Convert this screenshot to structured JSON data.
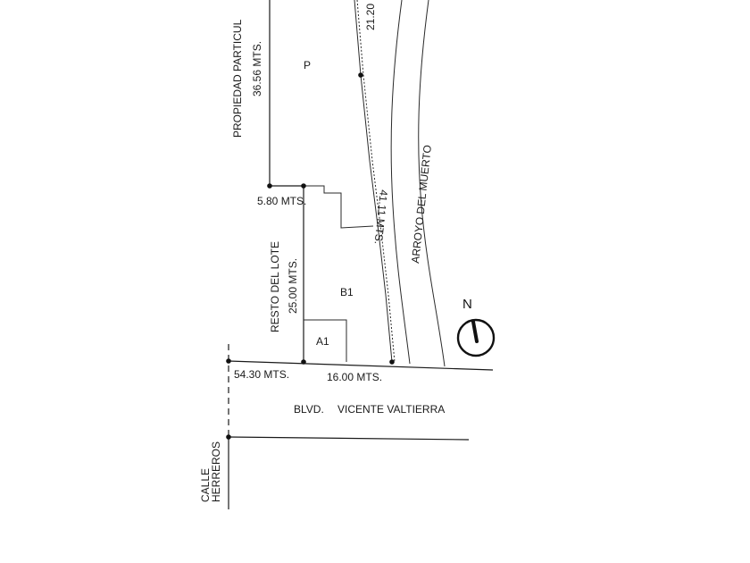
{
  "labels": {
    "owner_property": "PROPIEDAD PARTICUL",
    "p_width": "36.56 MTS.",
    "p_lot": "P",
    "diagonal_top": "21.20",
    "stream": "ARROYO DEL MUERTO",
    "rest_of_lot": "RESTO DEL LOTE",
    "b1_depth": "25.00 MTS.",
    "b1_lot": "B1",
    "a1_lot": "A1",
    "step_width": "5.80 MTS.",
    "east_side": "41.11 MTS.",
    "front_left": "54.30 MTS.",
    "front_right": "16.00 MTS.",
    "boulevard_prefix": "BLVD.",
    "boulevard_name": "VICENTE VALTIERRA",
    "cross_street_line1": "CALLE",
    "cross_street_line2": "HERREROS",
    "north": "N"
  },
  "colors": {
    "line": "#1a1a1a",
    "background": "#ffffff"
  }
}
